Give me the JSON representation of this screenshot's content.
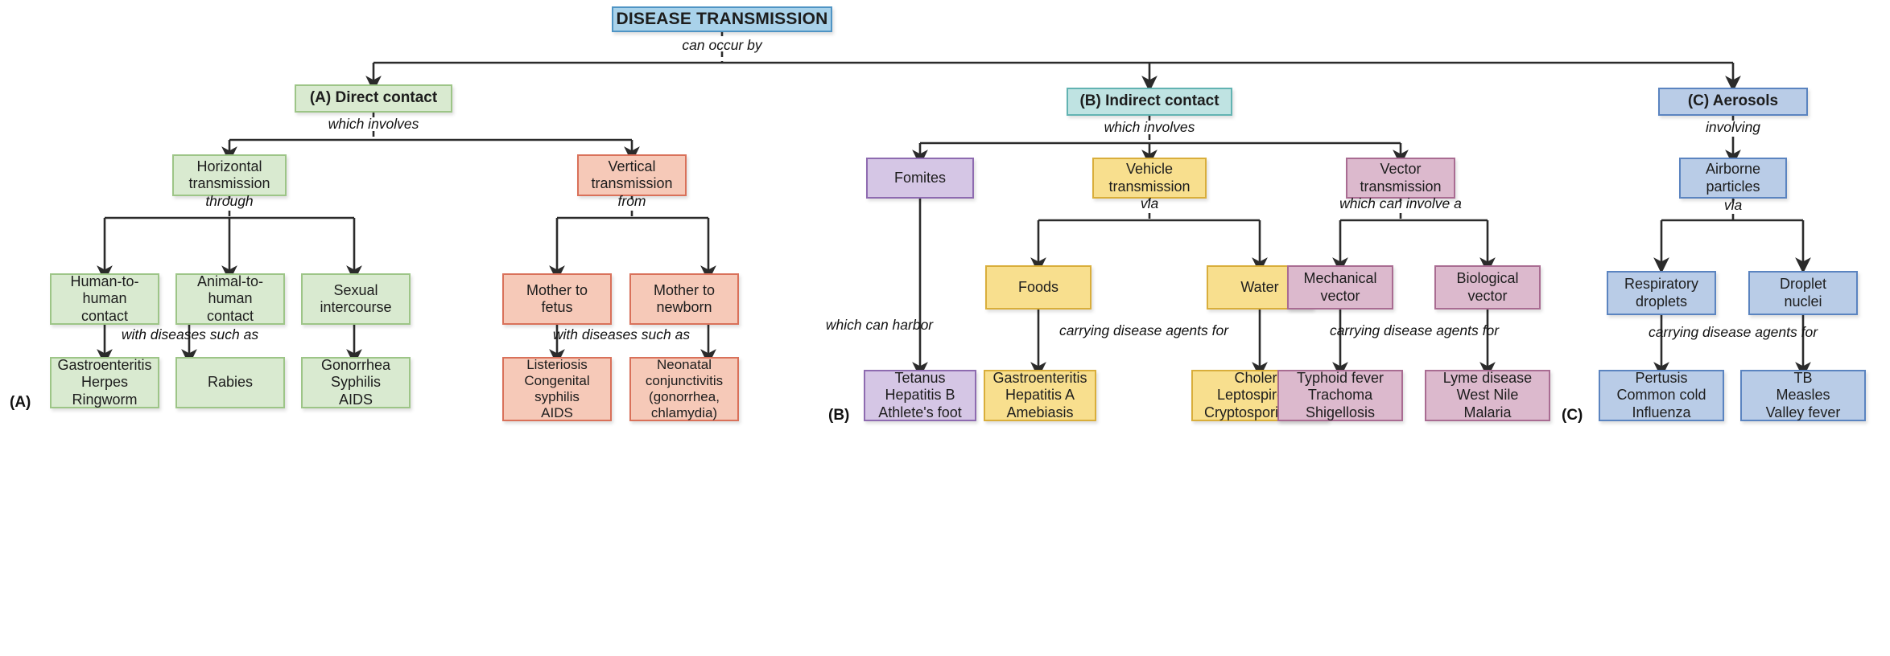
{
  "title": {
    "label": "DISEASE TRANSMISSION"
  },
  "connectors": {
    "can_occur_by": "can occur by",
    "which_involves_a": "which involves",
    "which_involves_b": "which involves",
    "involving": "involving",
    "through": "through",
    "from": "from",
    "via_vehicle": "via",
    "via_aerosol": "via",
    "which_can_involve_a": "which can involve a",
    "which_can_harbor": "which can harbor",
    "with_diseases_such_as_horizontal": "with diseases such as",
    "with_diseases_such_as_vertical": "with diseases such as",
    "carrying_disease_agents_for_vehicle": "carrying disease agents for",
    "carrying_disease_agents_for_vector": "carrying disease agents for",
    "carrying_disease_agents_for_aerosol": "carrying disease agents for"
  },
  "markers": {
    "a": "(A)",
    "b": "(B)",
    "c": "(C)"
  },
  "branches": {
    "direct": {
      "label": "(A) Direct contact"
    },
    "indirect": {
      "label": "(B) Indirect contact"
    },
    "aerosols": {
      "label": "(C) Aerosols"
    }
  },
  "nodes": {
    "horizontal_transmission": "Horizontal\ntransmission",
    "vertical_transmission": "Vertical\ntransmission",
    "human_to_human": "Human-to-\nhuman\ncontact",
    "animal_to_human": "Animal-to-\nhuman\ncontact",
    "sexual_intercourse": "Sexual\nintercourse",
    "mother_to_fetus": "Mother to\nfetus",
    "mother_to_newborn": "Mother to\nnewborn",
    "fomites": "Fomites",
    "vehicle_transmission": "Vehicle\ntransmission",
    "vector_transmission": "Vector\ntransmission",
    "foods": "Foods",
    "water": "Water",
    "mechanical_vector": "Mechanical\nvector",
    "biological_vector": "Biological\nvector",
    "airborne_particles": "Airborne\nparticles",
    "respiratory_droplets": "Respiratory\ndroplets",
    "droplet_nuclei": "Droplet\nnuclei"
  },
  "diseases": {
    "human_to_human": "Gastroenteritis\nHerpes\nRingworm",
    "animal_to_human": "Rabies",
    "sexual_intercourse": "Gonorrhea\nSyphilis\nAIDS",
    "mother_to_fetus": "Listeriosis\nCongenital\nsyphilis\nAIDS",
    "mother_to_newborn": "Neonatal\nconjunctivitis\n(gonorrhea,\nchlamydia)",
    "fomites": "Tetanus\nHepatitis B\nAthlete's foot",
    "foods": "Gastroenteritis\nHepatitis A\nAmebiasis",
    "water": "Cholera\nLeptospirosis\nCryptosporidiosis",
    "mechanical_vector": "Typhoid fever\nTrachoma\nShigellosis",
    "biological_vector": "Lyme disease\nWest Nile\nMalaria",
    "respiratory_droplets": "Pertusis\nCommon cold\nInfluenza",
    "droplet_nuclei": "TB\nMeasles\nValley fever"
  },
  "colors": {
    "title": "#a9d2ea",
    "direct": "#d9ead0",
    "vertical": "#f6c9b8",
    "indirect": "#bfe3e2",
    "fomites": "#d5c6e5",
    "vehicle": "#f8df8e",
    "vector": "#dcb9cd",
    "aerosols": "#b9cce7",
    "line": "#2b2b2b"
  }
}
